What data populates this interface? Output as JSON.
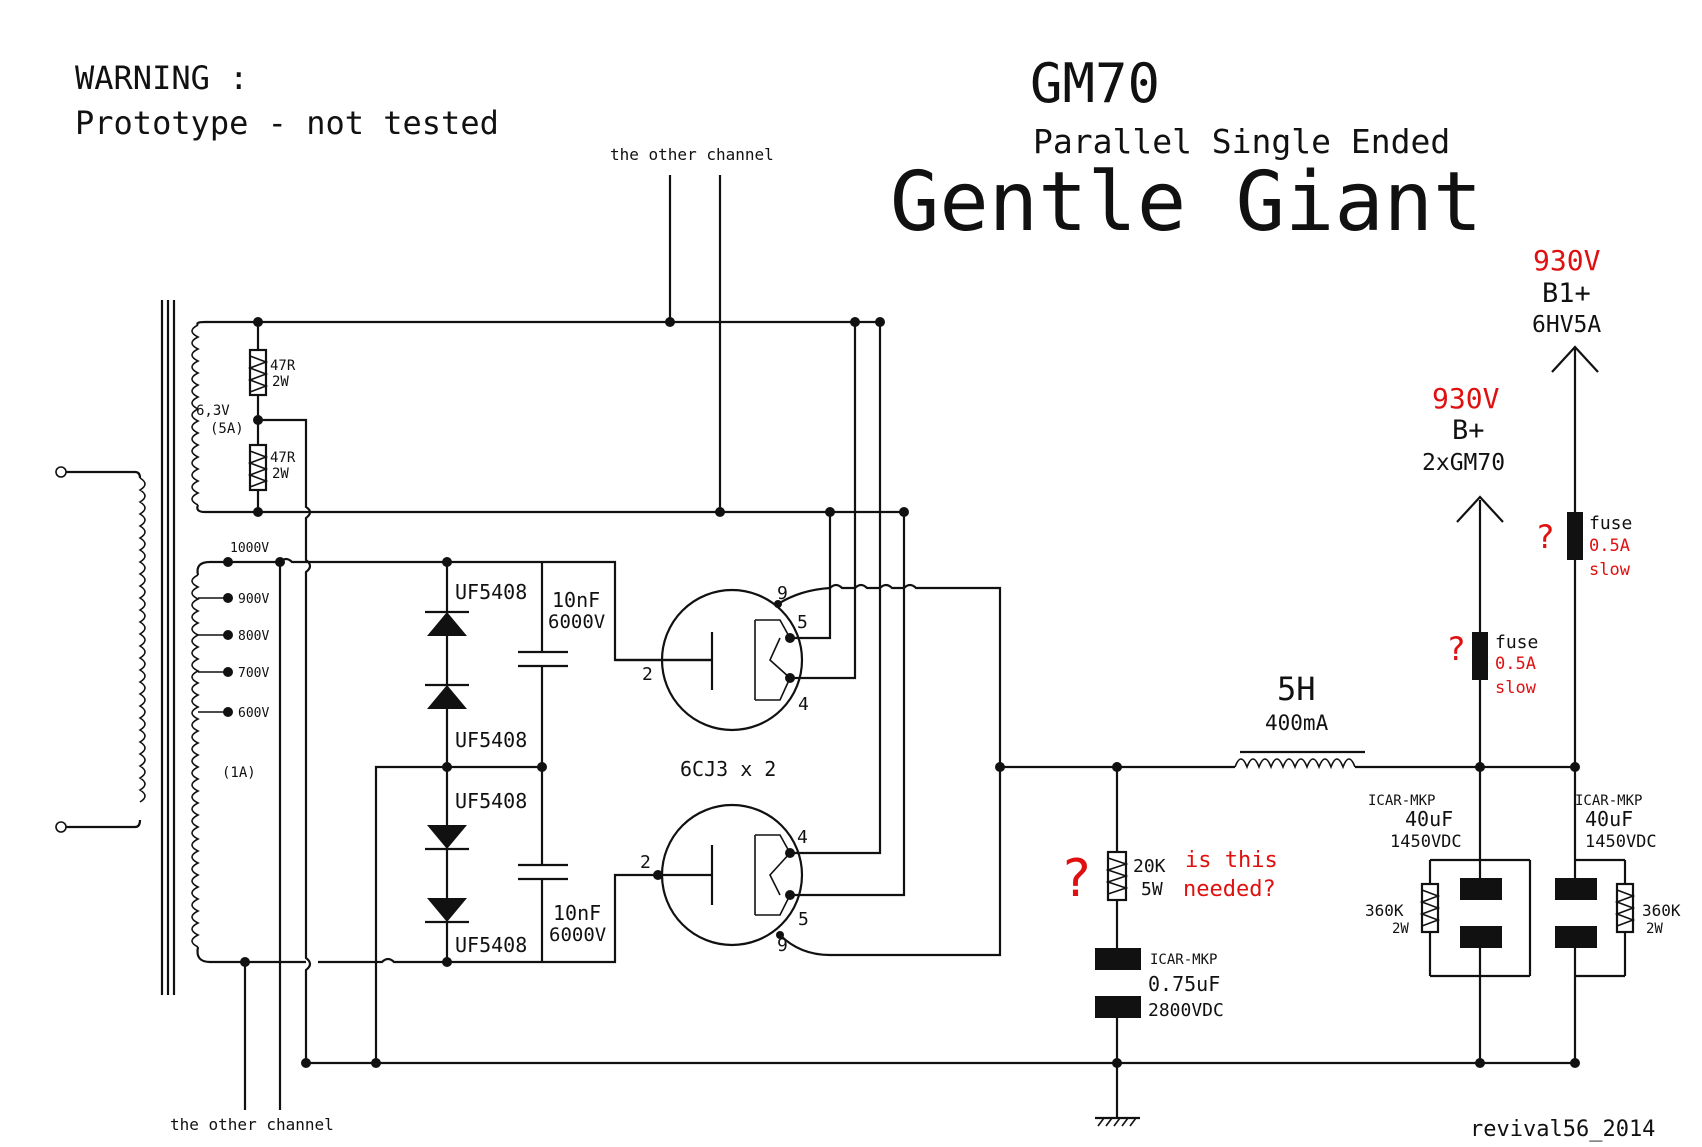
{
  "header": {
    "warning_line1": "WARNING :",
    "warning_line2": "Prototype - not tested",
    "model": "GM70",
    "subtitle": "Parallel Single Ended",
    "title": "Gentle Giant"
  },
  "channel_labels": {
    "top": "the other channel",
    "bottom": "the other channel"
  },
  "transformer": {
    "heater_voltage": "6,3V",
    "heater_current": "(5A)",
    "tap_1000": "1000V",
    "tap_900": "900V",
    "tap_800": "800V",
    "tap_700": "700V",
    "tap_600": "600V",
    "hv_current": "(1A)"
  },
  "heater_resistors": {
    "r1_value": "47R",
    "r1_power": "2W",
    "r2_value": "47R",
    "r2_power": "2W"
  },
  "rectifier": {
    "diode1": "UF5408",
    "diode2": "UF5408",
    "diode3": "UF5408",
    "diode4": "UF5408",
    "cap1_value": "10nF",
    "cap1_voltage": "6000V",
    "cap2_value": "10nF",
    "cap2_voltage": "6000V",
    "tube_label": "6CJ3 x 2",
    "pins": {
      "t1_p9": "9",
      "t1_p5": "5",
      "t1_p4": "4",
      "t1_p2": "2",
      "t2_p4": "4",
      "t2_p2": "2",
      "t2_p5": "5",
      "t2_p9": "9"
    }
  },
  "filter": {
    "choke_value": "5H",
    "choke_current": "400mA",
    "bleeder_value": "20K",
    "bleeder_power": "5W",
    "question_mark": "?",
    "bleeder_note_line1": "is this",
    "bleeder_note_line2": "needed?",
    "snubber_type": "ICAR-MKP",
    "snubber_value": "0.75uF",
    "snubber_voltage": "2800VDC"
  },
  "supply_b": {
    "cap_type": "ICAR-MKP",
    "cap_value": "40uF",
    "cap_voltage": "1450VDC",
    "res_value": "360K",
    "res_power": "2W",
    "fuse_label": "fuse",
    "fuse_rating": "0.5A",
    "fuse_type": "slow",
    "fuse_question": "?",
    "voltage": "930V",
    "rail": "B+",
    "load": "2xGM70"
  },
  "supply_b1": {
    "cap_type": "ICAR-MKP",
    "cap_value": "40uF",
    "cap_voltage": "1450VDC",
    "res_value": "360K",
    "res_power": "2W",
    "fuse_label": "fuse",
    "fuse_rating": "0.5A",
    "fuse_type": "slow",
    "fuse_question": "?",
    "voltage": "930V",
    "rail": "B1+",
    "load": "6HV5A"
  },
  "footer": {
    "author": "revival56_2014"
  },
  "colors": {
    "ink": "#111111",
    "accent": "#e01010",
    "background": "#ffffff"
  }
}
